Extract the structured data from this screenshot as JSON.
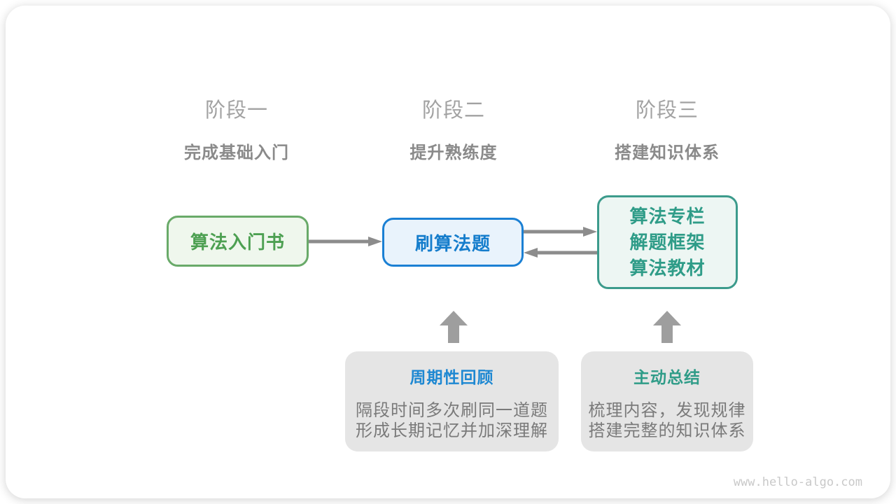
{
  "stages": [
    {
      "label": "阶段一",
      "subtitle": "完成基础入门"
    },
    {
      "label": "阶段二",
      "subtitle": "提升熟练度"
    },
    {
      "label": "阶段三",
      "subtitle": "搭建知识体系"
    }
  ],
  "flow": {
    "box1": {
      "label": "算法入门书"
    },
    "box2": {
      "label": "刷算法题"
    },
    "box3": {
      "lines": [
        "算法专栏",
        "解题框架",
        "算法教材"
      ]
    }
  },
  "notes": [
    {
      "title": "周期性回顾",
      "lines": [
        "隔段时间多次刷同一道题",
        "形成长期记忆并加深理解"
      ],
      "accent": "#1e88d2"
    },
    {
      "title": "主动总结",
      "lines": [
        "梳理内容，发现规律",
        "搭建完整的知识体系"
      ],
      "accent": "#2f9c88"
    }
  ],
  "colors": {
    "green_border": "#69aa69",
    "green_text": "#4da052",
    "green_fill": "#eff7ed",
    "blue_border": "#1b80d4",
    "blue_text": "#157dcc",
    "blue_fill": "#e9f3fc",
    "teal_border": "#3c9b8c",
    "teal_text": "#2f9c88",
    "teal_fill": "#edf6f3",
    "note_fill": "#e5e5e5",
    "body_text": "#7a7a7a",
    "stage_label": "#a2a2a2",
    "stage_subtitle": "#8a8a8a",
    "arrow": "#8c8c8c",
    "block_arrow": "#9e9e9e",
    "watermark": "#c9c9c9"
  },
  "page": {
    "watermark": "www.hello-algo.com"
  }
}
